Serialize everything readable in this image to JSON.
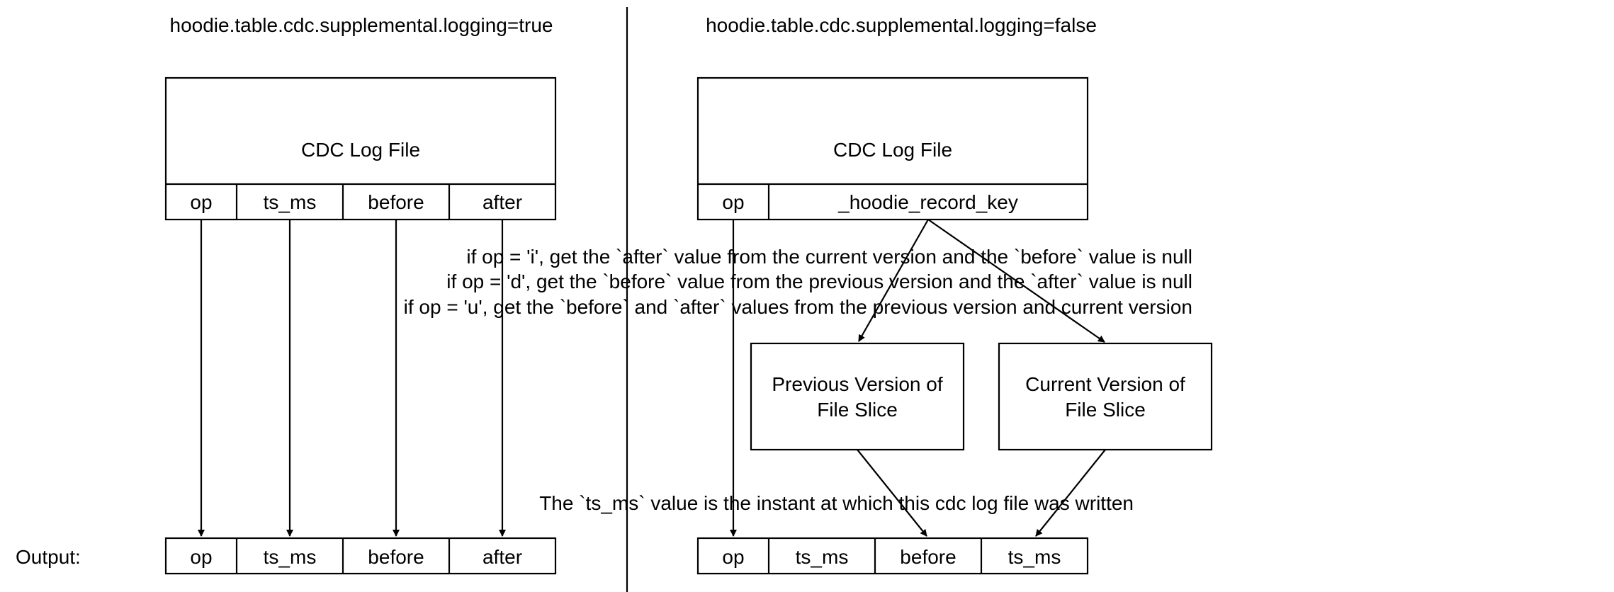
{
  "left_panel": {
    "title": "hoodie.table.cdc.supplemental.logging=true",
    "file_label": "CDC Log File",
    "fields": [
      "op",
      "ts_ms",
      "before",
      "after"
    ],
    "output_fields": [
      "op",
      "ts_ms",
      "before",
      "after"
    ]
  },
  "output_label": "Output:",
  "right_panel": {
    "title": "hoodie.table.cdc.supplemental.logging=false",
    "file_label": "CDC Log File",
    "fields": [
      "op",
      "_hoodie_record_key"
    ],
    "rules": [
      "if op = 'i', get the `after` value from the current version and the `before` value is null",
      "if op = 'd', get the `before` value from the previous version  and the `after` value is null",
      "if op = 'u', get the `before` and `after` values from the previous version and current version"
    ],
    "previous_slice": [
      "Previous Version of",
      "File Slice"
    ],
    "current_slice": [
      "Current Version of",
      "File Slice"
    ],
    "ts_note": "The `ts_ms` value is the instant at which this cdc log file was written",
    "output_fields": [
      "op",
      "ts_ms",
      "before",
      "ts_ms"
    ]
  }
}
